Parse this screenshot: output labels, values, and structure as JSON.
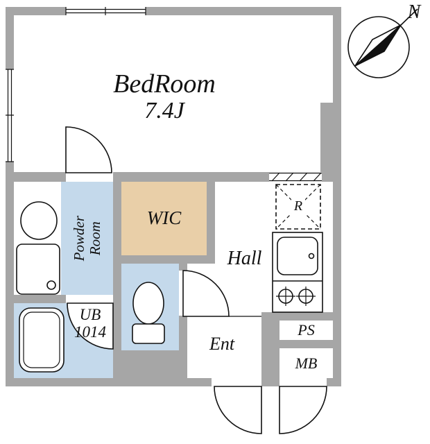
{
  "rooms": {
    "bedroom": {
      "name": "BedRoom",
      "size": "7.4J"
    },
    "wic": {
      "label": "WIC"
    },
    "powder_room": {
      "line1": "Powder",
      "line2": "Room"
    },
    "hall": {
      "label": "Hall"
    },
    "entrance": {
      "label": "Ent"
    },
    "unit_bath": {
      "line1": "UB",
      "line2": "1014"
    },
    "pipe_space": {
      "label": "PS"
    },
    "meter_box": {
      "label": "MB"
    },
    "refrigerator_space": {
      "label": "R"
    }
  },
  "compass": {
    "north_label": "N"
  },
  "colors": {
    "wall_gray": "#a6a6a6",
    "wet_area_blue": "#c4d9eb",
    "closet_tan": "#e9cfa8",
    "line_black": "#111111",
    "background": "#ffffff"
  }
}
